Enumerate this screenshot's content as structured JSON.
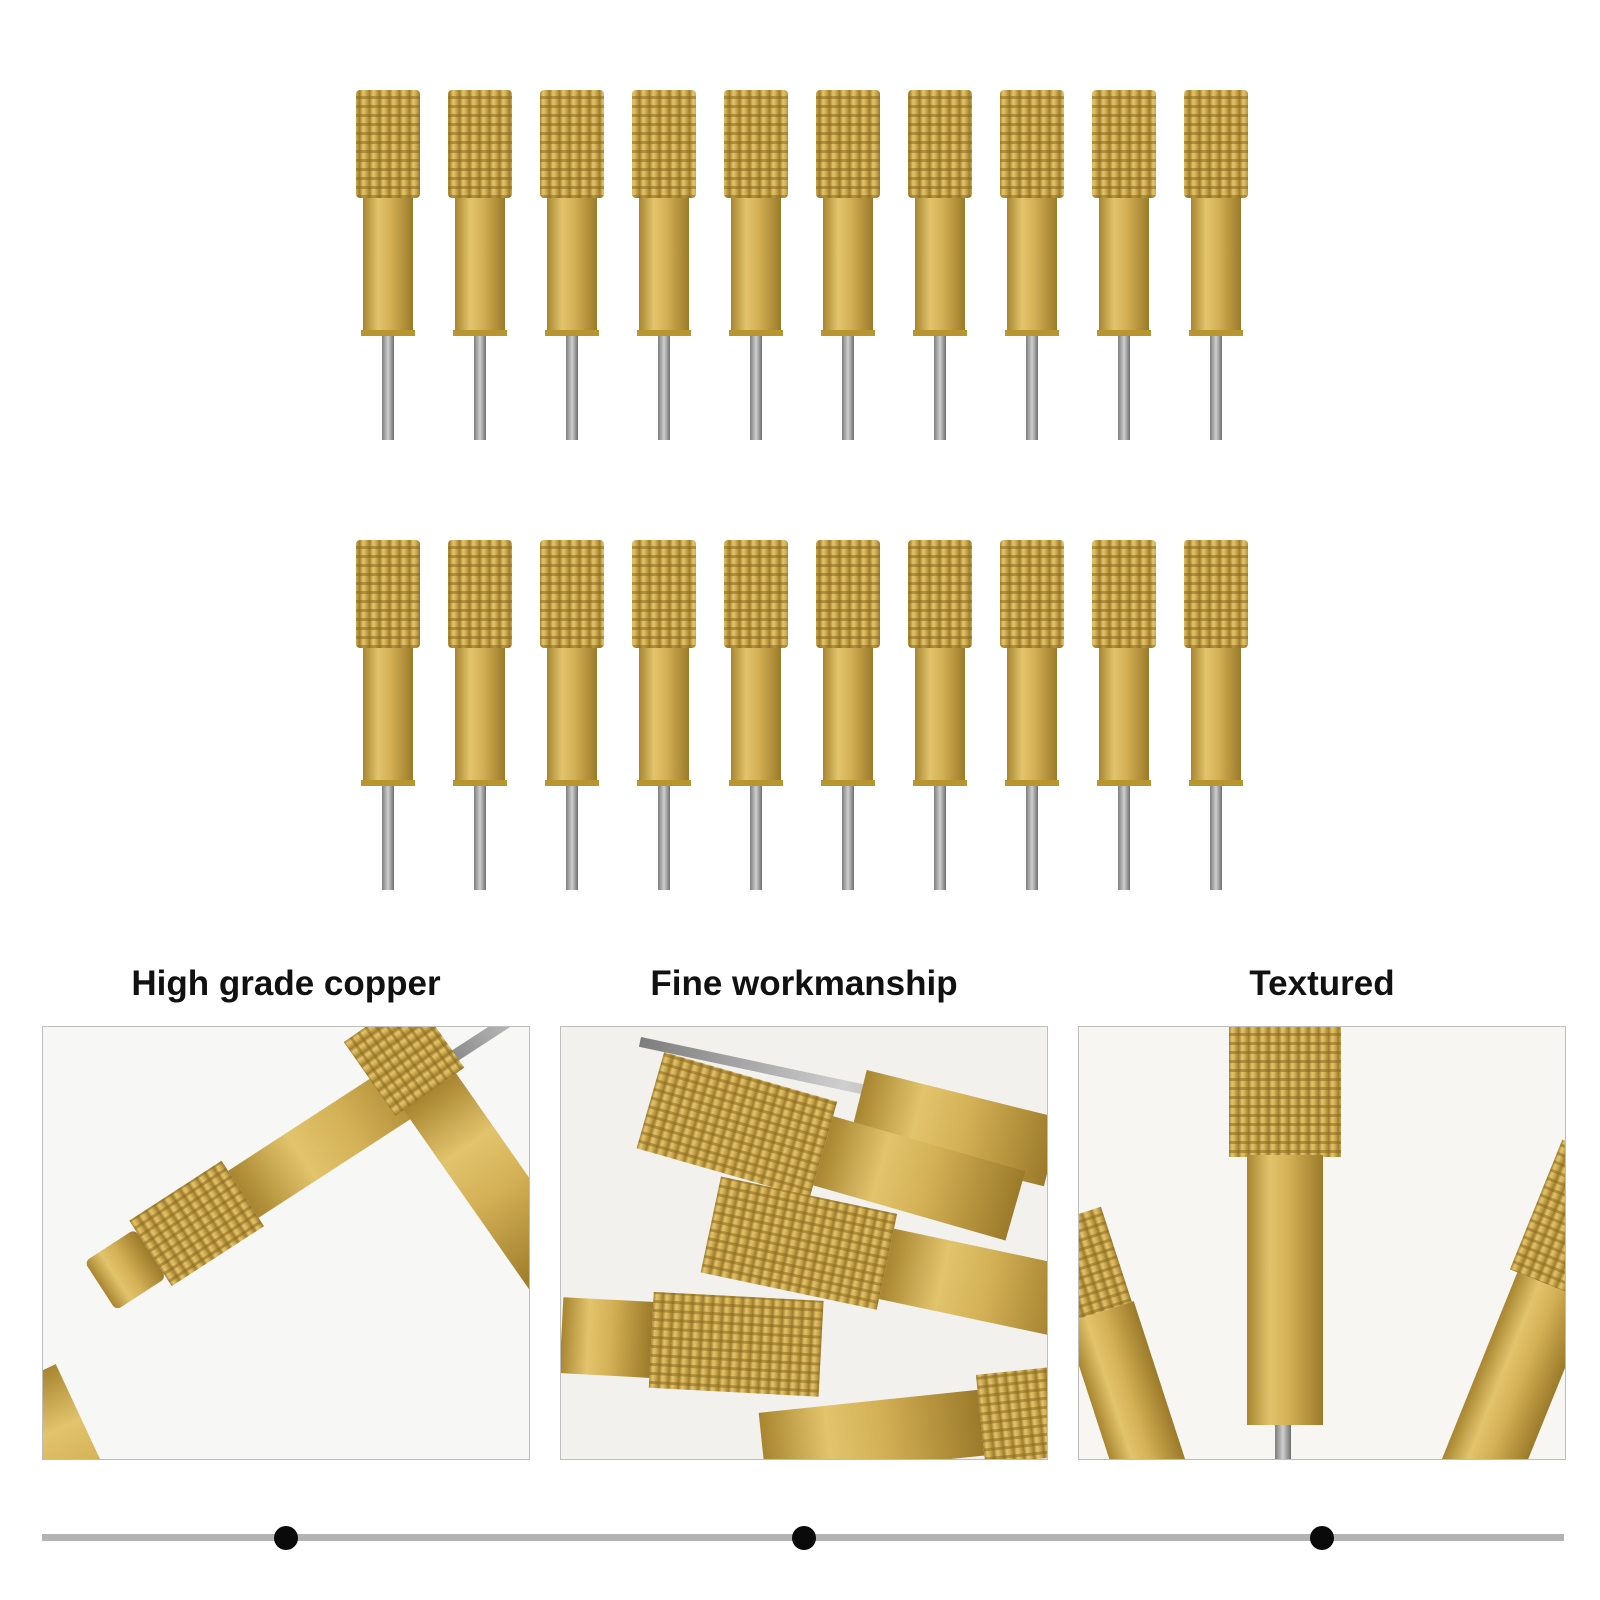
{
  "product": {
    "rows": 2,
    "pins_per_row": 10,
    "brass_color": "#c9a548",
    "wire_color": "#9a9a9a"
  },
  "features": [
    {
      "caption": "High grade copper"
    },
    {
      "caption": "Fine workmanship"
    },
    {
      "caption": "Textured"
    }
  ],
  "timeline": {
    "markers": 3
  }
}
